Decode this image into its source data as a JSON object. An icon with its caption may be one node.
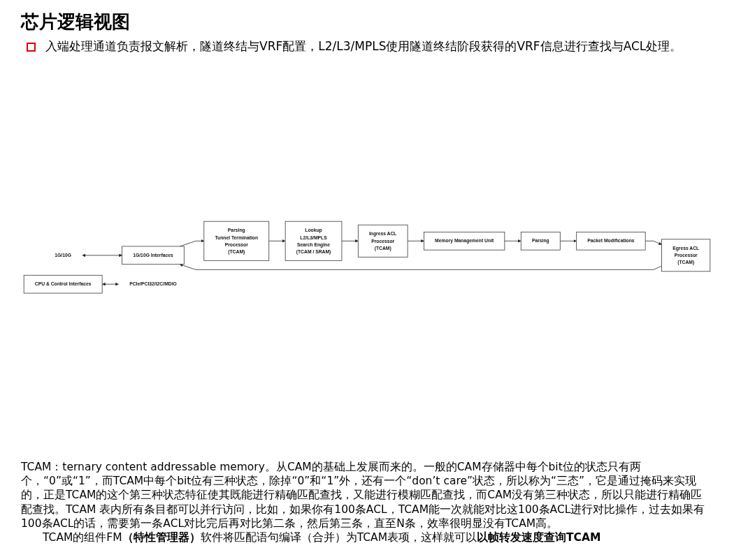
{
  "diagram": {
    "title": "芯片逻辑视图",
    "nodes": [
      {
        "text": [
          "1G/10G"
        ]
      },
      {
        "text": [
          "1G/10G Interfaces"
        ]
      },
      {
        "text": [
          "Parsing",
          "Tunnel Termination",
          "Processor",
          "(TCAM)"
        ]
      },
      {
        "text": [
          "Lookup",
          "L2/L3/MPLS",
          "Search Engine",
          "(TCAM / SRAM)"
        ]
      },
      {
        "text": [
          "Ingress ACL",
          "Processor",
          "(TCAM)"
        ]
      },
      {
        "text": [
          "Memory Management Unit"
        ]
      },
      {
        "text": [
          "Parsing"
        ]
      },
      {
        "text": [
          "Packet Modifications"
        ]
      },
      {
        "text": [
          "Egress ACL",
          "Processor",
          "(TCAM)"
        ]
      },
      {
        "text": [
          "CPU & Control Interfaces"
        ]
      },
      {
        "text": [
          "PCIe/PCI32/I2C/MDIO"
        ]
      }
    ],
    "edges": [
      {
        "from": 0,
        "to": 1,
        "arrow": "both"
      },
      {
        "from": 1,
        "to": 2,
        "arrow": "to"
      },
      {
        "from": 2,
        "to": 3,
        "arrow": "to"
      },
      {
        "from": 3,
        "to": 4,
        "arrow": "to"
      },
      {
        "from": 4,
        "to": 5,
        "arrow": "to"
      },
      {
        "from": 5,
        "to": 6,
        "arrow": "to"
      },
      {
        "from": 6,
        "to": 7,
        "arrow": "to"
      },
      {
        "from": 7,
        "to": 8,
        "arrow": "to"
      },
      {
        "from": 8,
        "to": 1,
        "arrow": "to"
      },
      {
        "from": 9,
        "to": 10,
        "arrow": "both"
      }
    ],
    "labels": [
      "入端处理通道负责报文解析，隧道终结与VRF配置，L2/L3/MPLS使用隧道终结阶段获得的VRF信息进行查找与ACL处理。",
      "TCAM：ternary content addressable memory。从CAM的基础上发展而来的。一般的CAM存储器中每个bit位的状态只有两个，“0”或“1”，而TCAM中每个bit位有三种状态，除掉“0”和“1”外，还有一个“don’t care”状态，所以称为“三态”，它是通过掩码来实现的，正是TCAM的这个第三种状态特征使其既能进行精确匹配查找，又能进行模糊匹配查找，而CAM没有第三种状态，所以只能进行精确匹配查找。TCAM 表内所有条目都可以并行访问，比如，如果你有100条ACL，TCAM能一次就能对比这100条ACL进行对比操作，过去如果有100条ACL的话，需要第一条ACL对比完后再对比第二条，然后第三条，直至N条，效率很明显没有TCAM高。",
      "TCAM的组件FM**（特性管理器）**软件将匹配语句编译（合并）为TCAM表项，这样就可以**以帧转发速度查询TCAM**"
    ]
  }
}
